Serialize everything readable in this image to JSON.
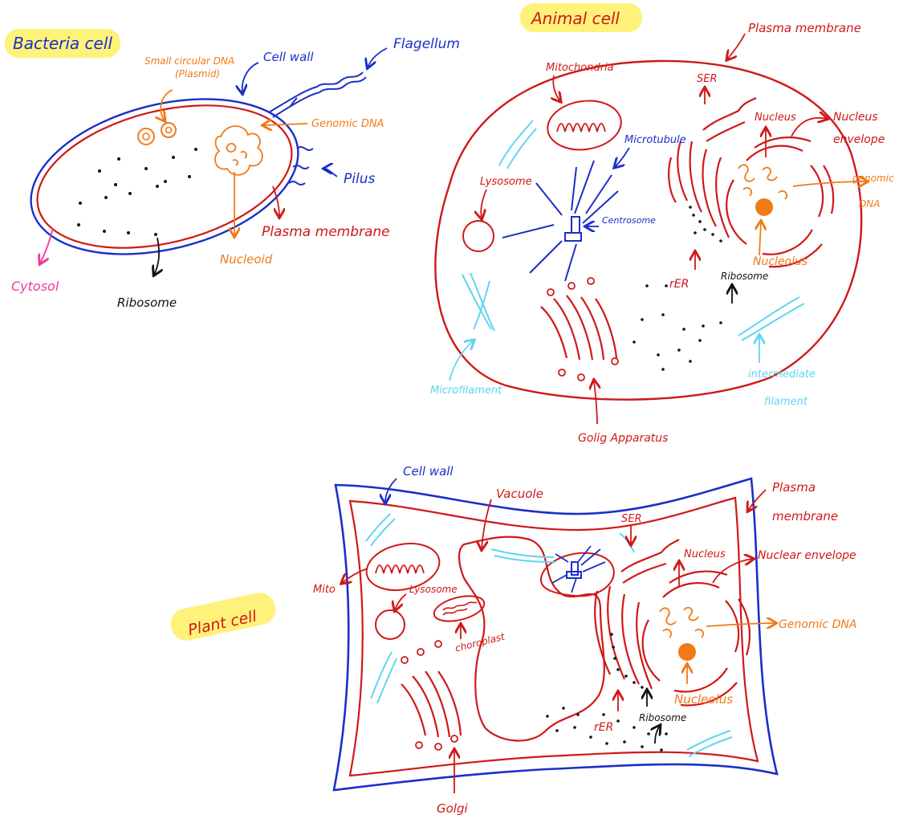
{
  "colors": {
    "blue": "#1a2fc9",
    "red": "#d01818",
    "orange": "#f07a18",
    "black": "#111111",
    "cyan": "#5fd4f2",
    "pink": "#ef3a9a",
    "highlight": "#fff27a"
  },
  "bacteria": {
    "title": "Bacteria cell",
    "labels": {
      "plasmid_line1": "Small circular DNA",
      "plasmid_line2": "(Plasmid)",
      "cell_wall": "Cell wall",
      "flagellum": "Flagellum",
      "genomic_dna": "Genomic DNA",
      "pilus": "Pilus",
      "plasma_membrane": "Plasma membrane",
      "nucleoid": "Nucleoid",
      "cytosol": "Cytosol",
      "ribosome": "Ribosome"
    }
  },
  "animal": {
    "title": "Animal cell",
    "labels": {
      "plasma_membrane": "Plasma membrane",
      "mitochondria": "Mitochondria",
      "ser": "SER",
      "nucleus": "Nucleus",
      "nucleus_envelope_line1": "Nucleus",
      "nucleus_envelope_line2": "envelope",
      "microtubule": "Microtubule",
      "lysosome": "Lysosome",
      "centrosome": "Centrosome",
      "genomic_dna_line1": "genomic",
      "genomic_dna_line2": "DNA",
      "nucleolus": "Nucleolus",
      "rer": "rER",
      "ribosome": "Ribosome",
      "microfilament": "Microfilament",
      "intermediate_line1": "intermediate",
      "intermediate_line2": "filament",
      "golgi": "Golig Apparatus"
    }
  },
  "plant": {
    "title": "Plant cell",
    "labels": {
      "cell_wall": "Cell wall",
      "vacuole": "Vacuole",
      "ser": "SER",
      "plasma_membrane_line1": "Plasma",
      "plasma_membrane_line2": "membrane",
      "nucleus": "Nucleus",
      "nuclear_envelope": "Nuclear envelope",
      "mito": "Mito",
      "lysosome": "Lysosome",
      "chloroplast": "choroplast",
      "genomic_dna": "Genomic DNA",
      "nucleolus": "Nucleolus",
      "rer": "rER",
      "ribosome": "Ribosome",
      "golgi": "Golgi"
    }
  }
}
